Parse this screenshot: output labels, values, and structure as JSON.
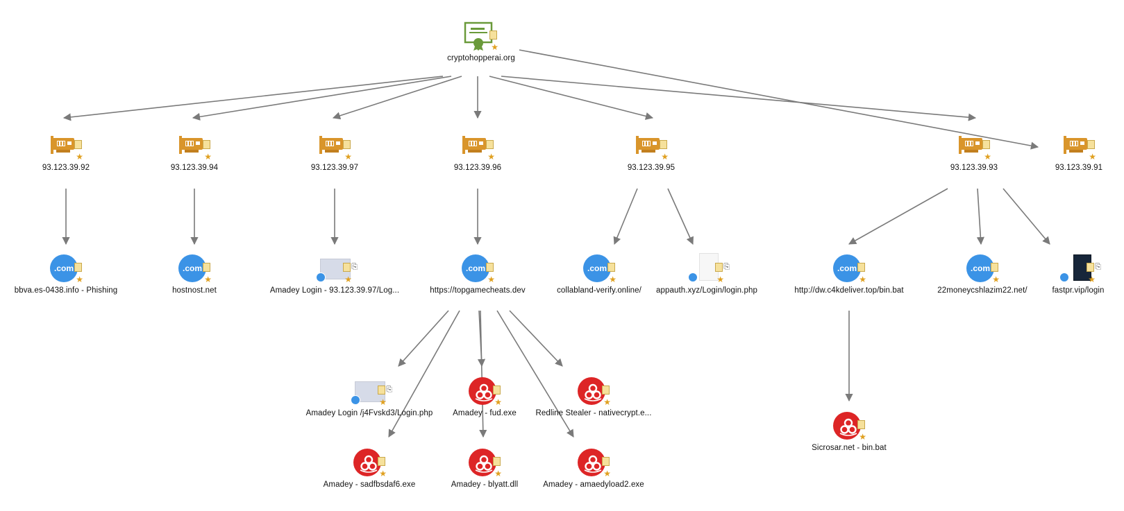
{
  "diagram": {
    "nodes": [
      {
        "id": "root",
        "type": "certificate",
        "label": "cryptohopperai.org"
      },
      {
        "id": "ip92",
        "type": "ip",
        "label": "93.123.39.92"
      },
      {
        "id": "ip94",
        "type": "ip",
        "label": "93.123.39.94"
      },
      {
        "id": "ip97",
        "type": "ip",
        "label": "93.123.39.97"
      },
      {
        "id": "ip96",
        "type": "ip",
        "label": "93.123.39.96"
      },
      {
        "id": "ip95",
        "type": "ip",
        "label": "93.123.39.95"
      },
      {
        "id": "ip93",
        "type": "ip",
        "label": "93.123.39.93"
      },
      {
        "id": "ip91",
        "type": "ip",
        "label": "93.123.39.91"
      },
      {
        "id": "d_bbva",
        "type": "domain",
        "label": "bbva.es-0438.info - Phishing"
      },
      {
        "id": "d_hostnost",
        "type": "domain",
        "label": "hostnost.net"
      },
      {
        "id": "u_amadey97",
        "type": "url-thumb",
        "label": "Amadey Login - 93.123.39.97/Log..."
      },
      {
        "id": "d_topgame",
        "type": "domain",
        "label": "https://topgamecheats.dev"
      },
      {
        "id": "d_collab",
        "type": "domain",
        "label": "collabland-verify.online/"
      },
      {
        "id": "u_appauth",
        "type": "url-thumb-light",
        "label": "appauth.xyz/Login/login.php"
      },
      {
        "id": "d_dw",
        "type": "domain",
        "label": "http://dw.c4kdeliver.top/bin.bat"
      },
      {
        "id": "d_22money",
        "type": "domain",
        "label": "22moneycshlazim22.net/"
      },
      {
        "id": "u_fastpr",
        "type": "url-thumb-dark",
        "label": "fastpr.vip/login"
      },
      {
        "id": "u_amadeyj4",
        "type": "url-thumb",
        "label": "Amadey Login /j4Fvskd3/Login.php"
      },
      {
        "id": "m_fud",
        "type": "malware",
        "label": "Amadey - fud.exe"
      },
      {
        "id": "m_redline",
        "type": "malware",
        "label": "Redline Stealer - nativecrypt.e..."
      },
      {
        "id": "m_sadf",
        "type": "malware",
        "label": "Amadey - sadfbsdaf6.exe"
      },
      {
        "id": "m_blyatt",
        "type": "malware",
        "label": "Amadey - blyatt.dll"
      },
      {
        "id": "m_amaedy",
        "type": "malware",
        "label": "Amadey - amaedyload2.exe"
      },
      {
        "id": "m_sicrosar",
        "type": "malware",
        "label": "Sicrosar.net - bin.bat"
      }
    ],
    "edges": [
      [
        "root",
        "ip92"
      ],
      [
        "root",
        "ip94"
      ],
      [
        "root",
        "ip97"
      ],
      [
        "root",
        "ip96"
      ],
      [
        "root",
        "ip95"
      ],
      [
        "root",
        "ip93"
      ],
      [
        "root",
        "ip91"
      ],
      [
        "ip92",
        "d_bbva"
      ],
      [
        "ip94",
        "d_hostnost"
      ],
      [
        "ip97",
        "u_amadey97"
      ],
      [
        "ip96",
        "d_topgame"
      ],
      [
        "ip95",
        "d_collab"
      ],
      [
        "ip95",
        "u_appauth"
      ],
      [
        "ip93",
        "d_dw"
      ],
      [
        "ip93",
        "d_22money"
      ],
      [
        "ip93",
        "u_fastpr"
      ],
      [
        "d_topgame",
        "u_amadeyj4"
      ],
      [
        "d_topgame",
        "m_sadf"
      ],
      [
        "d_topgame",
        "m_fud"
      ],
      [
        "d_topgame",
        "m_blyatt"
      ],
      [
        "d_topgame",
        "m_redline"
      ],
      [
        "d_topgame",
        "m_amaedy"
      ],
      [
        "d_dw",
        "m_sicrosar"
      ]
    ],
    "domain_text": ".com",
    "colors": {
      "edge": "#7a7a7a",
      "ip": "#d9952b",
      "domain": "#3b93e6",
      "malware": "#dd2526",
      "certificate": "#6a9a3a",
      "pin": "#e0a020"
    }
  }
}
